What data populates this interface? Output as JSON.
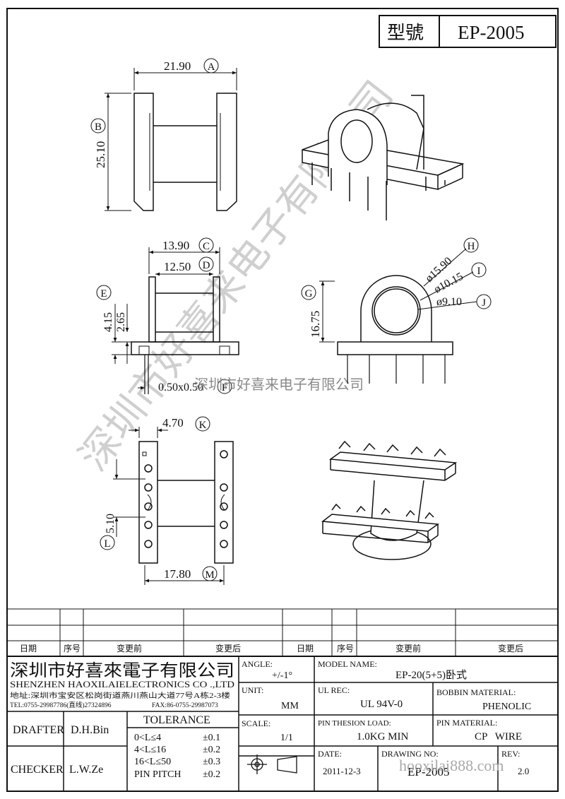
{
  "header": {
    "label": "型號",
    "model": "EP-2005"
  },
  "dimensions": {
    "A": {
      "value": "21.90",
      "letter": "A"
    },
    "B": {
      "value": "25.10",
      "letter": "B"
    },
    "C": {
      "value": "13.90",
      "letter": "C"
    },
    "D": {
      "value": "12.50",
      "letter": "D"
    },
    "E": {
      "value": "4.15",
      "letter": "E"
    },
    "F": {
      "value": "0.50x0.50",
      "letter": "F"
    },
    "G": {
      "value": "16.75",
      "letter": "G"
    },
    "H": {
      "value": "ø15.90",
      "letter": "H"
    },
    "I": {
      "value": "ø10.15",
      "letter": "I"
    },
    "J": {
      "value": "ø9.10",
      "letter": "J"
    },
    "K": {
      "value": "4.70",
      "letter": "K"
    },
    "L": {
      "value": "5.10",
      "letter": "L"
    },
    "M": {
      "value": "17.80",
      "letter": "M"
    },
    "extra": "2.65"
  },
  "watermarks": {
    "diagonal": "深圳市好喜来电子有限公司",
    "center": "深圳市好喜来电子有限公司",
    "site": "hooxilai888.com"
  },
  "revision_table": {
    "headers": [
      "日期",
      "序号",
      "变更前",
      "变更后",
      "日期",
      "序号",
      "变更前",
      "变更后"
    ]
  },
  "company": {
    "name_cn": "深圳市好喜來電子有限公司",
    "name_en": "SHENZHEN HAOXILAIELECTRONICS CO .,LTD",
    "address": "地址:深圳市宝安区松岗街道燕川燕山大道77号A栋2-3楼",
    "tel": "TEL:0755-29987786(直线)27324896",
    "fax": "FAX:86-0755-29987073"
  },
  "fields": {
    "angle_label": "ANGLE:",
    "angle_value": "+/-1°",
    "model_label": "MODEL NAME:",
    "model_value": "EP-20(5+5)卧式",
    "unit_label": "UNIT:",
    "unit_value": "MM",
    "ulrec_label": "UL REC:",
    "ulrec_value": "UL 94V-0",
    "bobbin_label": "BOBBIN MATERIAL:",
    "bobbin_value": "PHENOLIC",
    "scale_label": "SCALE:",
    "scale_value": "1/1",
    "pinload_label": "PIN THESION LOAD:",
    "pinload_value": "1.0KG MIN",
    "pinmat_label": "PIN MATERIAL:",
    "pinmat_value": "CP   WIRE",
    "date_label": "DATE:",
    "date_value": "2011-12-3",
    "drawing_label": "DRAWING NO:",
    "drawing_value": "EP-2005",
    "rev_label": "REV:",
    "rev_value": "2.0"
  },
  "people": {
    "drafter_label": "DRAFTER",
    "drafter_name": "D.H.Bin",
    "checker_label": "CHECKER",
    "checker_name": "L.W.Ze"
  },
  "tolerance": {
    "title": "TOLERANCE",
    "rows": [
      {
        "range": "0<L≤4",
        "value": "±0.1"
      },
      {
        "range": "4<L≤16",
        "value": "±0.2"
      },
      {
        "range": "16<L≤50",
        "value": "±0.3"
      },
      {
        "range": "PIN PITCH",
        "value": "±0.2"
      }
    ]
  }
}
